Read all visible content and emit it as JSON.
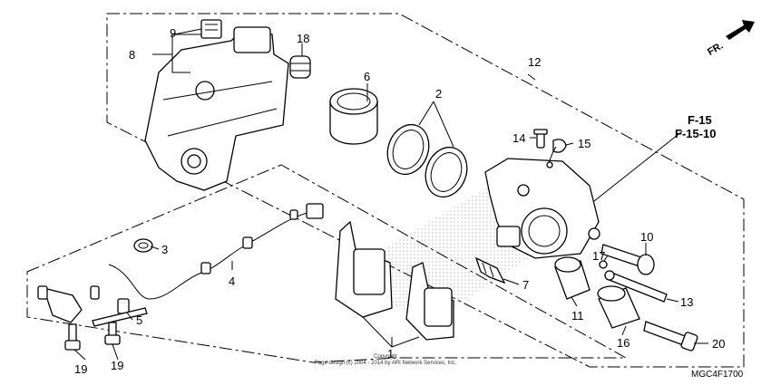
{
  "direction": {
    "label": "FR.",
    "icon": "forward-arrow-icon"
  },
  "references": [
    "F-15",
    "F-15-10"
  ],
  "callouts": {
    "c1": "1",
    "c2": "2",
    "c3": "3",
    "c4": "4",
    "c5": "5",
    "c6": "6",
    "c7": "7",
    "c8": "8",
    "c9": "9",
    "c10": "10",
    "c11": "11",
    "c12": "12",
    "c13": "13",
    "c14": "14",
    "c15": "15",
    "c16": "16",
    "c17": "17",
    "c18": "18",
    "c19a": "19",
    "c19b": "19",
    "c20": "20"
  },
  "copyright": {
    "line1": "Copyright",
    "line2": "Page design (c) 2004 - 2014 by ARI Network Services, Inc."
  },
  "diagram_code": "MGC4F1700",
  "watermark": "HONDA"
}
